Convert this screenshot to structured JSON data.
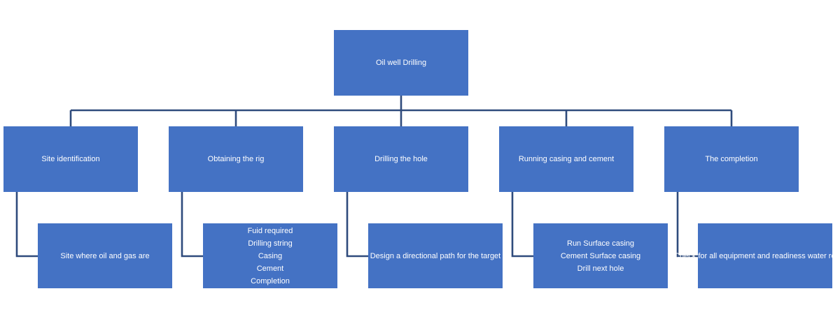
{
  "root": {
    "label": "Oil well Drilling"
  },
  "branches": [
    {
      "label": "Site identification",
      "detail": [
        "Site where oil and gas are"
      ]
    },
    {
      "label": "Obtaining the rig",
      "detail": [
        "Fuid required",
        "Drilling string",
        "Casing",
        "Cement",
        "Completion"
      ]
    },
    {
      "label": "Drilling the hole",
      "detail": [
        "Design a directional  path for the target"
      ]
    },
    {
      "label": "Running casing and cement",
      "detail": [
        "Run Surface casing",
        "Cement Surface  casing",
        "Drill next hole"
      ]
    },
    {
      "label": "The completion",
      "detail": [
        "Check for all equipment  and readiness water removal"
      ]
    }
  ]
}
